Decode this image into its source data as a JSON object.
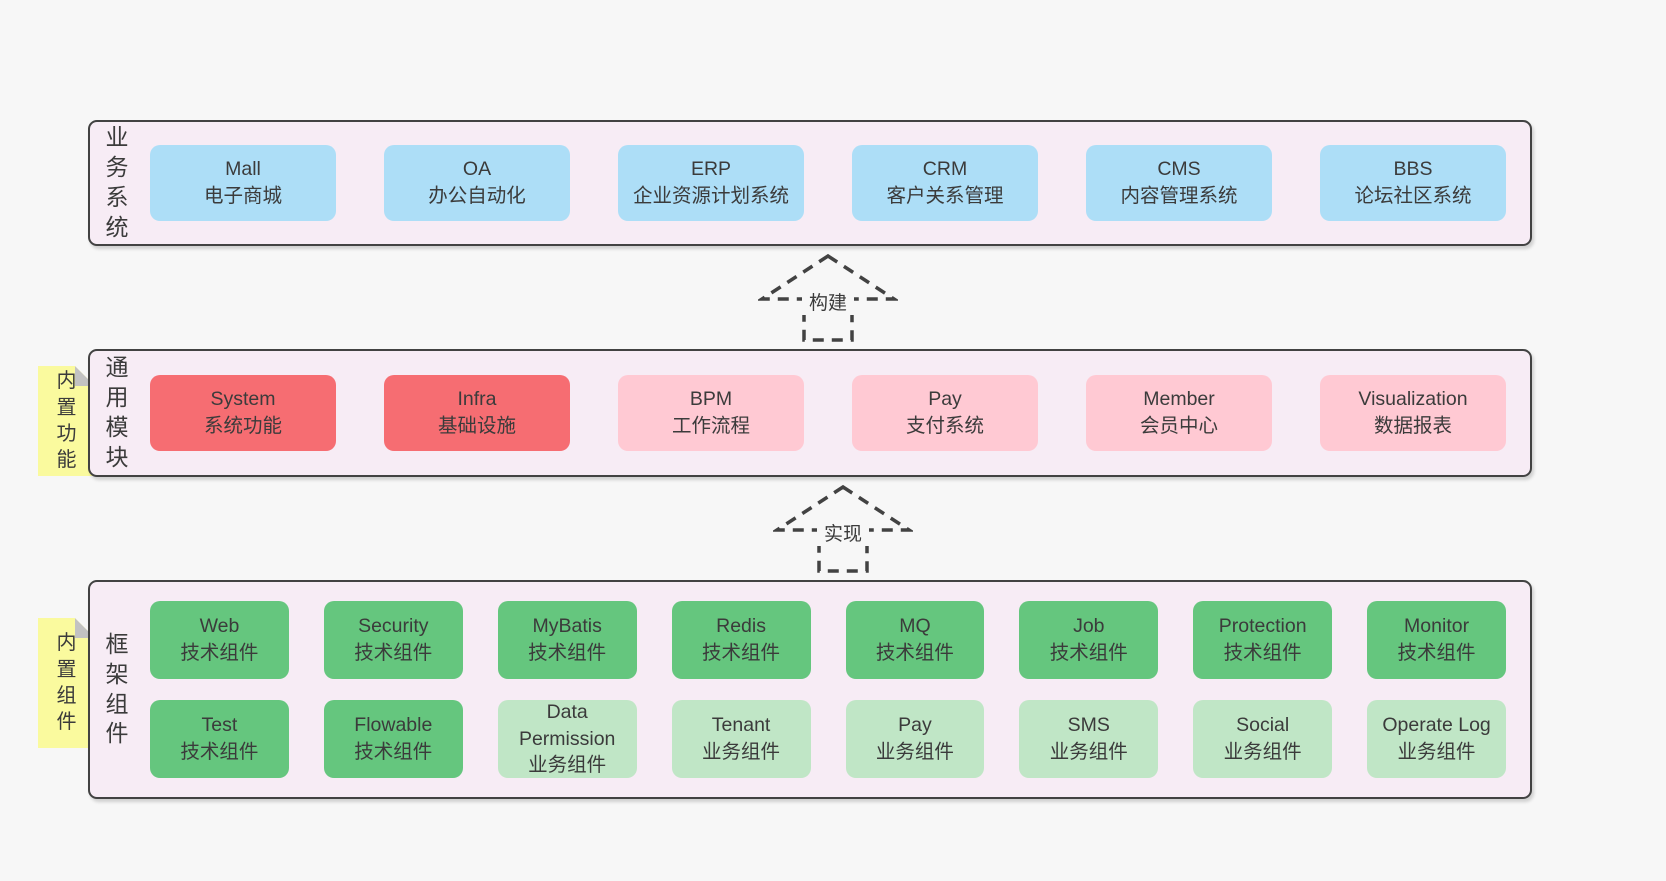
{
  "colors": {
    "page_bg": "#f7f7f7",
    "band_bg": "#f7ecf5",
    "border": "#424242",
    "text": "#3b3b3b",
    "blue": "#addef7",
    "red": "#f66d72",
    "pink": "#ffc9d3",
    "green": "#65c67e",
    "light_green": "#c0e6c6",
    "note_yellow": "#fafa9e"
  },
  "arrows": [
    {
      "label": "构建"
    },
    {
      "label": "实现"
    }
  ],
  "bands": [
    {
      "label": "业务系统",
      "rows": [
        [
          {
            "title": "Mall",
            "sub": "电子商城"
          },
          {
            "title": "OA",
            "sub": "办公自动化"
          },
          {
            "title": "ERP",
            "sub": "企业资源计划系统"
          },
          {
            "title": "CRM",
            "sub": "客户关系管理"
          },
          {
            "title": "CMS",
            "sub": "内容管理系统"
          },
          {
            "title": "BBS",
            "sub": "论坛社区系统"
          }
        ]
      ]
    },
    {
      "label": "通用模块",
      "note": "内置功能",
      "rows": [
        [
          {
            "title": "System",
            "sub": "系统功能"
          },
          {
            "title": "Infra",
            "sub": "基础设施"
          },
          {
            "title": "BPM",
            "sub": "工作流程"
          },
          {
            "title": "Pay",
            "sub": "支付系统"
          },
          {
            "title": "Member",
            "sub": "会员中心"
          },
          {
            "title": "Visualization",
            "sub": "数据报表"
          }
        ]
      ]
    },
    {
      "label": "框架组件",
      "note": "内置组件",
      "rows": [
        [
          {
            "title": "Web",
            "sub": "技术组件"
          },
          {
            "title": "Security",
            "sub": "技术组件"
          },
          {
            "title": "MyBatis",
            "sub": "技术组件"
          },
          {
            "title": "Redis",
            "sub": "技术组件"
          },
          {
            "title": "MQ",
            "sub": "技术组件"
          },
          {
            "title": "Job",
            "sub": "技术组件"
          },
          {
            "title": "Protection",
            "sub": "技术组件"
          },
          {
            "title": "Monitor",
            "sub": "技术组件"
          }
        ],
        [
          {
            "title": "Test",
            "sub": "技术组件"
          },
          {
            "title": "Flowable",
            "sub": "技术组件"
          },
          {
            "title": "Data Permission",
            "sub": "业务组件"
          },
          {
            "title": "Tenant",
            "sub": "业务组件"
          },
          {
            "title": "Pay",
            "sub": "业务组件"
          },
          {
            "title": "SMS",
            "sub": "业务组件"
          },
          {
            "title": "Social",
            "sub": "业务组件"
          },
          {
            "title": "Operate Log",
            "sub": "业务组件"
          }
        ]
      ]
    }
  ]
}
